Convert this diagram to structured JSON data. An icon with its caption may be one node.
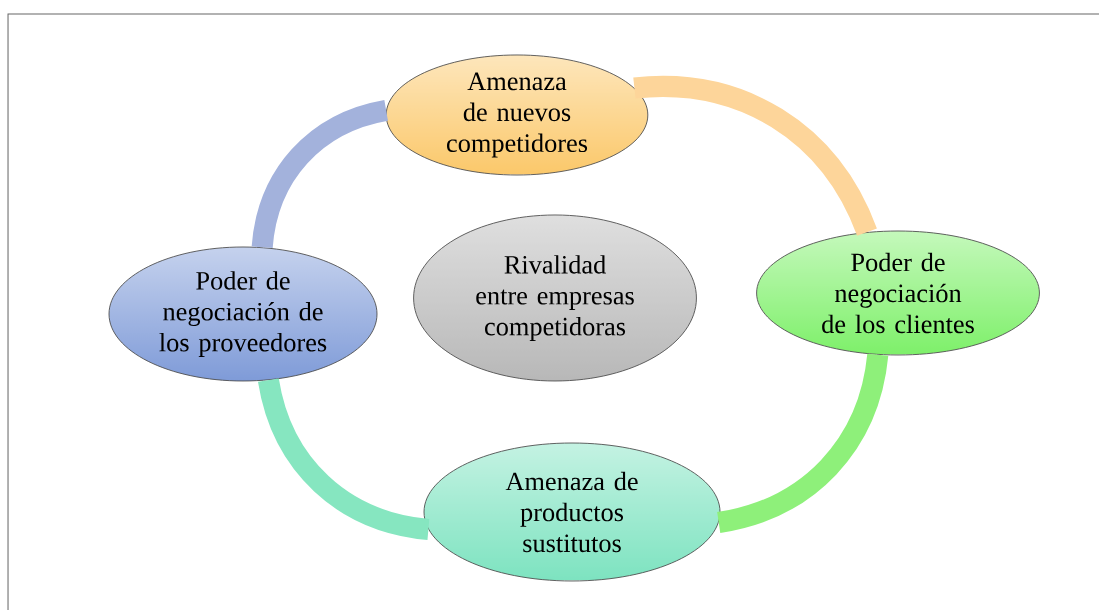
{
  "diagram": {
    "nodes": [
      {
        "text": [
          "Amenaza de nuevos competidores"
        ]
      },
      {
        "text": [
          "Poder de negociación de los clientes"
        ]
      },
      {
        "text": [
          "Amenaza de productos sustitutos"
        ]
      },
      {
        "text": [
          "Poder de negociación de los proveedores"
        ]
      },
      {
        "text": [
          "Rivalidad entre empresas competidoras"
        ]
      }
    ],
    "edges": [
      {
        "from": 0,
        "to": 1,
        "arrow": "none",
        "color": "#fdd59a"
      },
      {
        "from": 1,
        "to": 2,
        "arrow": "none",
        "color": "#8ef07a"
      },
      {
        "from": 2,
        "to": 3,
        "arrow": "none",
        "color": "#86e6c0"
      },
      {
        "from": 3,
        "to": 0,
        "arrow": "none",
        "color": "#a3b2dc"
      }
    ]
  }
}
